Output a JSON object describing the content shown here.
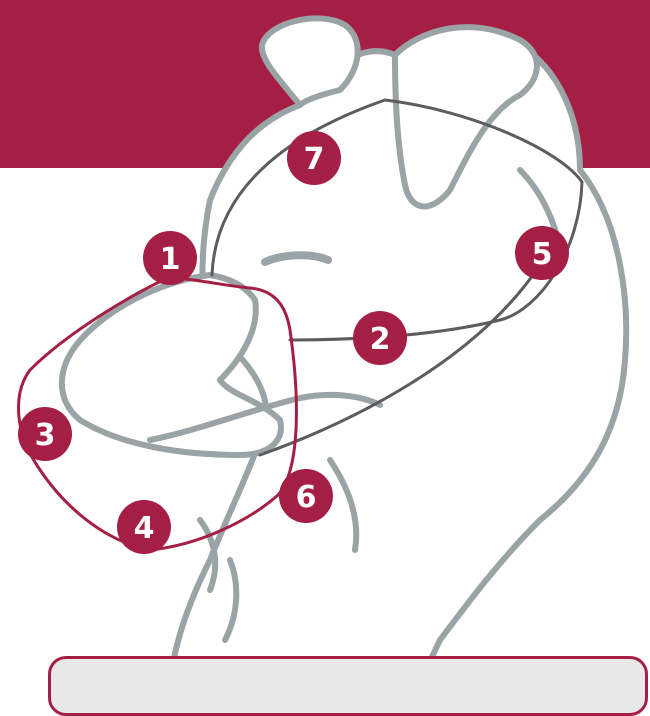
{
  "colors": {
    "brand": "#a51f45",
    "outline": "#9aa3a6",
    "harness": "#5d5d5d",
    "marker_text": "#ffffff"
  },
  "markers": [
    {
      "label": "1",
      "part": "nose-top"
    },
    {
      "label": "2",
      "part": "cheek-strap"
    },
    {
      "label": "3",
      "part": "muzzle-front"
    },
    {
      "label": "4",
      "part": "muzzle-bottom"
    },
    {
      "label": "5",
      "part": "neck-strap"
    },
    {
      "label": "6",
      "part": "chin-strap"
    },
    {
      "label": "7",
      "part": "head-strap"
    }
  ]
}
